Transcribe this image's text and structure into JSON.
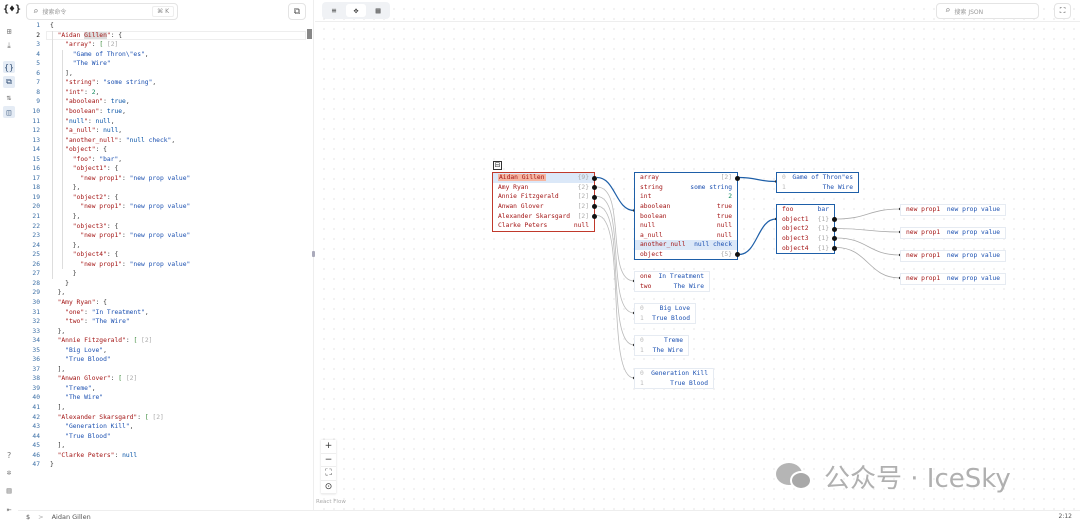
{
  "app": {
    "logo": "{♦}",
    "rail_icons": [
      "file-add-icon",
      "download-icon",
      "braces-icon",
      "nodes-icon",
      "sort-icon",
      "compare-icon"
    ],
    "rail_bottom_icons": [
      "help-icon",
      "bug-icon",
      "chart-icon",
      "collapse-sidebar-icon"
    ]
  },
  "editor": {
    "command_placeholder": "搜索命令",
    "command_shortcut": "⌘ K",
    "current_line": 2,
    "lines": [
      "{",
      "  \"Aidan Gillen\": {",
      "    \"array\": [ [2]",
      "      \"Game of Thron\\\"es\",",
      "      \"The Wire\"",
      "    ],",
      "    \"string\": \"some string\",",
      "    \"int\": 2,",
      "    \"aboolean\": true,",
      "    \"boolean\": true,",
      "    \"null\": null,",
      "    \"a_null\": null,",
      "    \"another_null\": \"null check\",",
      "    \"object\": {",
      "      \"foo\": \"bar\",",
      "      \"object1\": {",
      "        \"new prop1\": \"new prop value\"",
      "      },",
      "      \"object2\": {",
      "        \"new prop1\": \"new prop value\"",
      "      },",
      "      \"object3\": {",
      "        \"new prop1\": \"new prop value\"",
      "      },",
      "      \"object4\": {",
      "        \"new prop1\": \"new prop value\"",
      "      }",
      "    }",
      "  },",
      "  \"Amy Ryan\": {",
      "    \"one\": \"In Treatment\",",
      "    \"two\": \"The Wire\"",
      "  },",
      "  \"Annie Fitzgerald\": [ [2]",
      "    \"Big Love\",",
      "    \"True Blood\"",
      "  ],",
      "  \"Anwan Glover\": [ [2]",
      "    \"Treme\",",
      "    \"The Wire\"",
      "  ],",
      "  \"Alexander Skarsgard\": [ [2]",
      "    \"Generation Kill\",",
      "    \"True Blood\"",
      "  ],",
      "  \"Clarke Peters\": null",
      "}"
    ]
  },
  "canvas": {
    "search_placeholder": "搜索 JSON",
    "view_modes": [
      "text-view",
      "graph-view",
      "table-view"
    ],
    "active_view": "graph-view",
    "controls": [
      "+",
      "−",
      "⛶",
      "⊙"
    ],
    "attribution": "React Flow",
    "collapse_glyph": "⊟",
    "nodes": {
      "root": [
        {
          "key": "Aidan Gillen",
          "val": "{9}",
          "type": "cnt",
          "selected": true
        },
        {
          "key": "Amy Ryan",
          "val": "{2}",
          "type": "cnt"
        },
        {
          "key": "Annie Fitzgerald",
          "val": "[2]",
          "type": "cnt"
        },
        {
          "key": "Anwan Glover",
          "val": "[2]",
          "type": "cnt"
        },
        {
          "key": "Alexander Skarsgard",
          "val": "[2]",
          "type": "cnt"
        },
        {
          "key": "Clarke Peters",
          "val": "null",
          "type": "nul"
        }
      ],
      "aidan": [
        {
          "key": "array",
          "val": "[2]",
          "type": "cnt"
        },
        {
          "key": "string",
          "val": "some string",
          "type": "str"
        },
        {
          "key": "int",
          "val": "2",
          "type": "num"
        },
        {
          "key": "aboolean",
          "val": "true",
          "type": "bool"
        },
        {
          "key": "boolean",
          "val": "true",
          "type": "bool"
        },
        {
          "key": "null",
          "val": "null",
          "type": "nul"
        },
        {
          "key": "a_null",
          "val": "null",
          "type": "nul"
        },
        {
          "key": "another_null",
          "val": "null check",
          "type": "str",
          "selected": true
        },
        {
          "key": "object",
          "val": "{5}",
          "type": "cnt"
        }
      ],
      "array": [
        {
          "idx": "0",
          "val": "Game of Thron\"es"
        },
        {
          "idx": "1",
          "val": "The Wire"
        }
      ],
      "object": [
        {
          "key": "foo",
          "val": "bar",
          "type": "str"
        },
        {
          "key": "object1",
          "val": "{1}",
          "type": "cnt"
        },
        {
          "key": "object2",
          "val": "{1}",
          "type": "cnt"
        },
        {
          "key": "object3",
          "val": "{1}",
          "type": "cnt"
        },
        {
          "key": "object4",
          "val": "{1}",
          "type": "cnt"
        }
      ],
      "props": [
        {
          "key": "new prop1",
          "val": "new prop value"
        },
        {
          "key": "new prop1",
          "val": "new prop value"
        },
        {
          "key": "new prop1",
          "val": "new prop value"
        },
        {
          "key": "new prop1",
          "val": "new prop value"
        }
      ],
      "amy": [
        {
          "key": "one",
          "val": "In Treatment"
        },
        {
          "key": "two",
          "val": "The Wire"
        }
      ],
      "annie": [
        {
          "idx": "0",
          "val": "Big Love"
        },
        {
          "idx": "1",
          "val": "True Blood"
        }
      ],
      "anwan": [
        {
          "idx": "0",
          "val": "Treme"
        },
        {
          "idx": "1",
          "val": "The Wire"
        }
      ],
      "alex": [
        {
          "idx": "0",
          "val": "Generation Kill"
        },
        {
          "idx": "1",
          "val": "True Blood"
        }
      ]
    }
  },
  "status": {
    "breadcrumb_root": "$",
    "breadcrumb_sep": ">",
    "breadcrumb_item": "Aidan Gillen",
    "cursor_pos": "2:12"
  },
  "watermark": {
    "text": "公众号 · IceSky"
  },
  "colors": {
    "accent": "#1e5fa8",
    "root_border": "#c0392b",
    "key": "#a31515",
    "string": "#1a4fb0"
  }
}
